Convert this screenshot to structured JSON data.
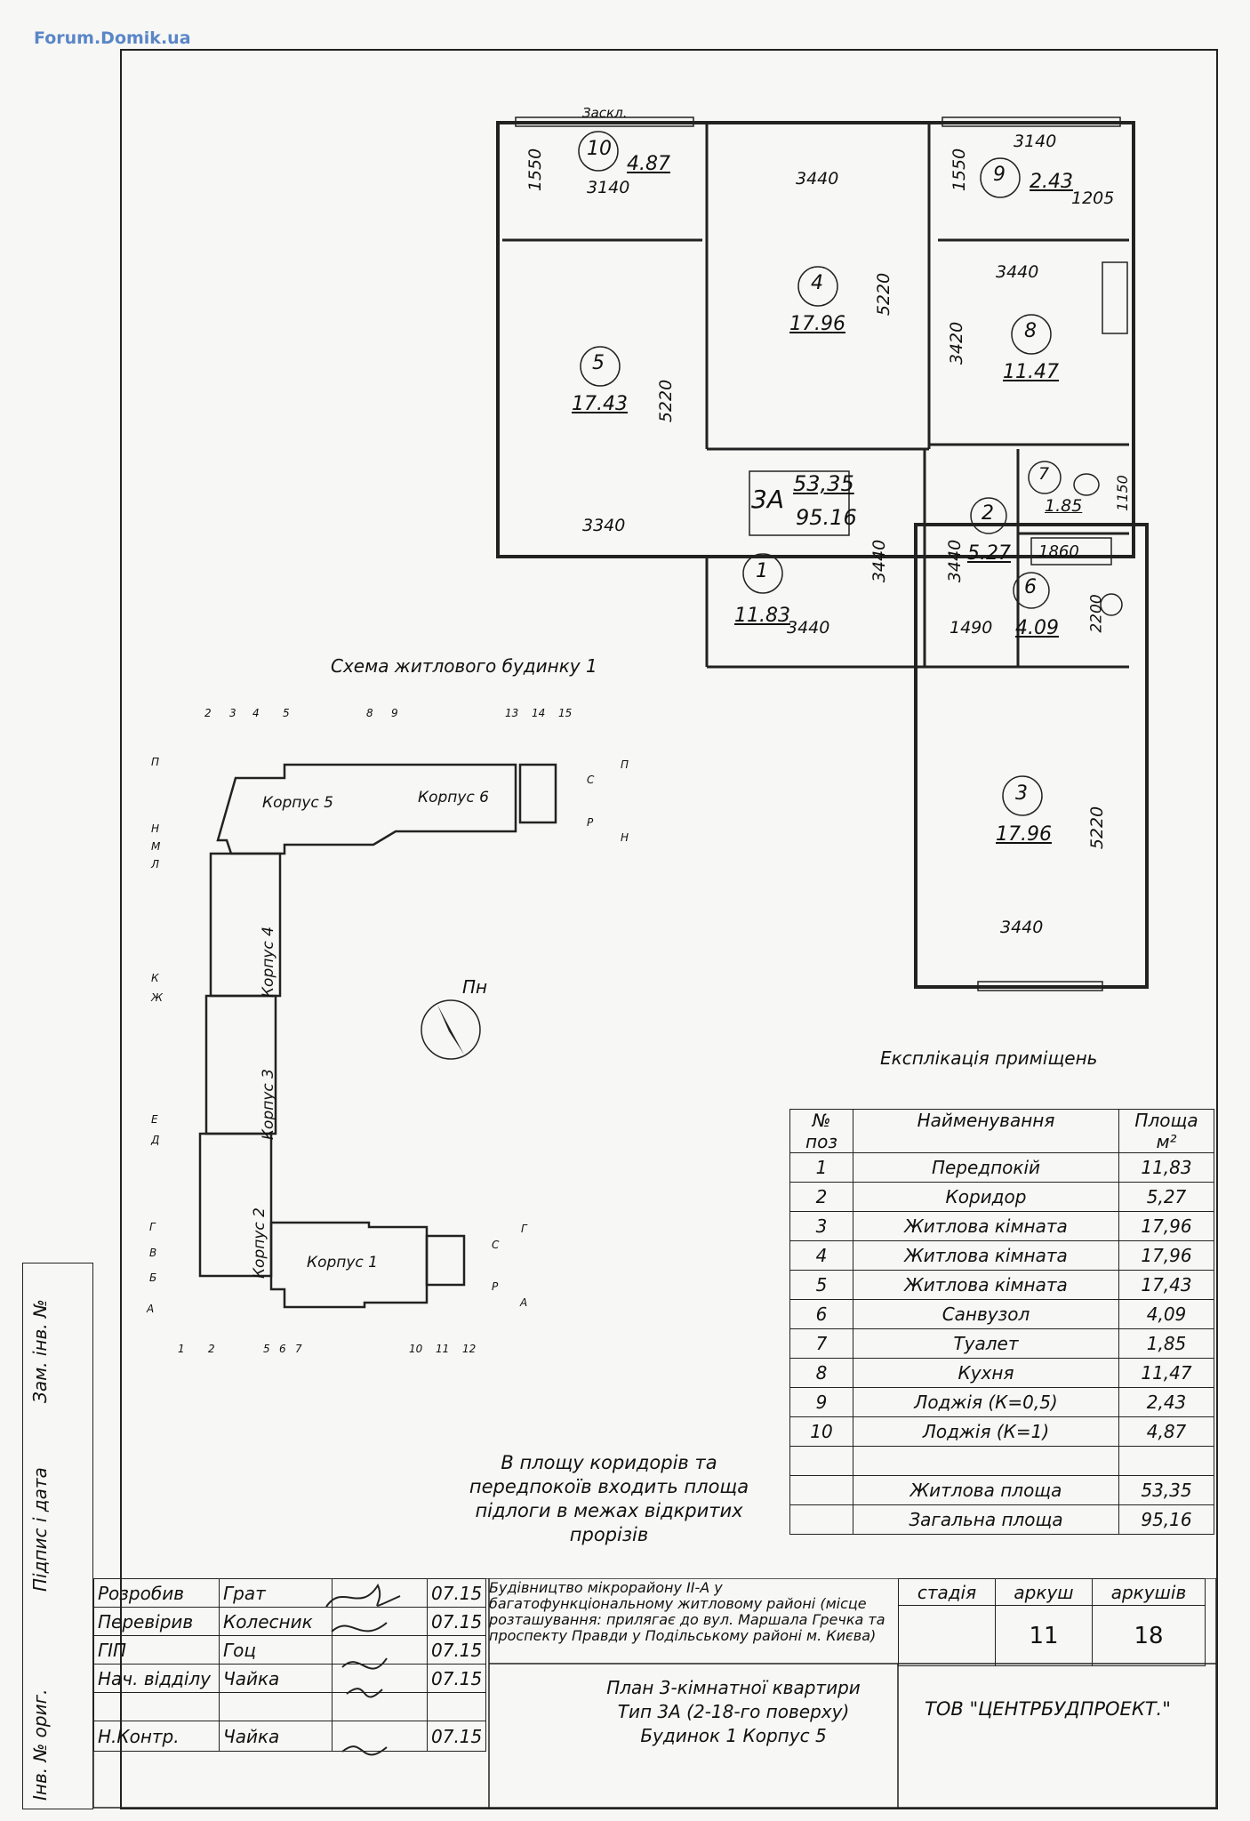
{
  "logo": "Forum.Domik.ua",
  "plan": {
    "loggia_glazing": "Заскл.",
    "apartment_type": "3А",
    "living_area": "53,35",
    "total_area": "95.16",
    "rooms": [
      {
        "id": "1",
        "area": "11.83"
      },
      {
        "id": "2",
        "area": "5.27"
      },
      {
        "id": "3",
        "area": "17.96"
      },
      {
        "id": "4",
        "area": "17.96"
      },
      {
        "id": "5",
        "area": "17.43"
      },
      {
        "id": "6",
        "area": "4.09"
      },
      {
        "id": "7",
        "area": "1.85"
      },
      {
        "id": "8",
        "area": "11.47"
      },
      {
        "id": "9",
        "area": "2.43"
      },
      {
        "id": "10",
        "area": "4.87"
      }
    ],
    "dimensions": [
      "3140",
      "1550",
      "3440",
      "5220",
      "1550",
      "3140",
      "1205",
      "3440",
      "3420",
      "5220",
      "3340",
      "3440",
      "3440",
      "1490",
      "3440",
      "1150",
      "1860",
      "2200",
      "5220",
      "3440"
    ]
  },
  "scheme": {
    "title": "Схема житлового будинку 1",
    "north": "Пн",
    "buildings": [
      "Корпус 5",
      "Корпус 6",
      "Корпус 4",
      "Корпус 3",
      "Корпус 2",
      "Корпус 1"
    ],
    "axes_top": [
      "2",
      "3",
      "4",
      "5",
      "8",
      "9",
      "13",
      "14",
      "15"
    ],
    "axes_bottom": [
      "1",
      "2",
      "5",
      "6",
      "7",
      "10",
      "11",
      "12"
    ],
    "axes_left": [
      "П",
      "Н",
      "М",
      "Л",
      "К",
      "Ж",
      "Е",
      "Д",
      "Г",
      "В",
      "Б",
      "А"
    ],
    "axes_right": [
      "П",
      "С",
      "Р",
      "Н",
      "Г",
      "С",
      "Р",
      "А"
    ]
  },
  "note": [
    "В площу коридорів та",
    "передпокоїв входить площа",
    "підлоги в межах відкритих",
    "прорізів"
  ],
  "explication": {
    "title": "Експлікація приміщень",
    "col_num": "№\nпоз",
    "col_name": "Найменування",
    "col_area": "Площа\nм²",
    "rows": [
      {
        "num": "1",
        "name": "Передпокій",
        "area": "11,83"
      },
      {
        "num": "2",
        "name": "Коридор",
        "area": "5,27"
      },
      {
        "num": "3",
        "name": "Житлова кімната",
        "area": "17,96"
      },
      {
        "num": "4",
        "name": "Житлова кімната",
        "area": "17,96"
      },
      {
        "num": "5",
        "name": "Житлова кімната",
        "area": "17,43"
      },
      {
        "num": "6",
        "name": "Санвузол",
        "area": "4,09"
      },
      {
        "num": "7",
        "name": "Туалет",
        "area": "1,85"
      },
      {
        "num": "8",
        "name": "Кухня",
        "area": "11,47"
      },
      {
        "num": "9",
        "name": "Лоджія (К=0,5)",
        "area": "2,43"
      },
      {
        "num": "10",
        "name": "Лоджія (К=1)",
        "area": "4,87"
      }
    ],
    "living_label": "Житлова площа",
    "living_value": "53,35",
    "total_label": "Загальна площа",
    "total_value": "95,16"
  },
  "stamp": {
    "people": [
      {
        "role": "Розробив",
        "name": "Грат",
        "date": "07.15"
      },
      {
        "role": "Перевірив",
        "name": "Колесник",
        "date": "07.15"
      },
      {
        "role": "ГІП",
        "name": "Гоц",
        "date": "07.15"
      },
      {
        "role": "Нач. відділу",
        "name": "Чайка",
        "date": "07.15"
      },
      {
        "role": "",
        "name": "",
        "date": ""
      },
      {
        "role": "Н.Контр.",
        "name": "Чайка",
        "date": "07.15"
      }
    ],
    "project": "Будівництво мікрорайону ІІ-А у багатофункціональному житловому районі (місце розташування: прилягає до вул. Маршала Гречка та проспекту Правди у Подільському районі м. Києва)",
    "stage_label": "стадія",
    "sheet_label": "аркуш",
    "sheets_label": "аркушів",
    "sheet": "11",
    "sheets": "18",
    "drawing_title": [
      "План 3-кімнатної квартири",
      "Тип 3А (2-18-го поверху)",
      "Будинок 1 Корпус 5"
    ],
    "company": "ТОВ \"ЦЕНТРБУДПРОЕКТ.\""
  },
  "side": [
    "Зам. інв. №",
    "Підпис і дата",
    "Інв. № ориг."
  ]
}
